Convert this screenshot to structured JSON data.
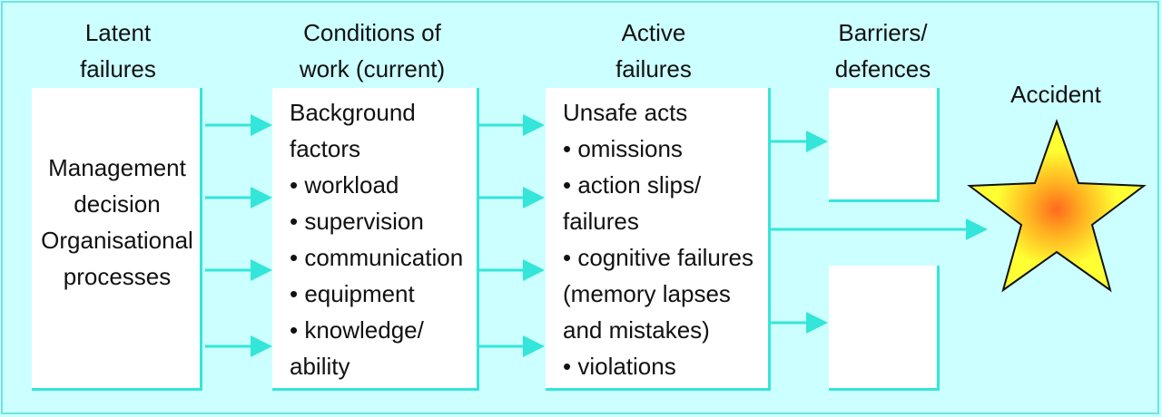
{
  "headers": {
    "latent": [
      "Latent",
      "failures"
    ],
    "conditions": [
      "Conditions of",
      "work (current)"
    ],
    "active": [
      "Active",
      "failures"
    ],
    "barriers": [
      "Barriers/",
      "defences"
    ],
    "accident": "Accident"
  },
  "latent_box": {
    "lines": [
      "Management",
      "decision",
      "Organisational",
      "processes"
    ]
  },
  "conditions_box": {
    "lines": [
      "Background",
      "factors",
      "• workload",
      "• supervision",
      "• communication",
      "• equipment",
      "• knowledge/",
      "ability"
    ]
  },
  "active_box": {
    "lines": [
      "Unsafe acts",
      "• omissions",
      "• action slips/",
      "failures",
      "• cognitive failures",
      "(memory lapses",
      "and mistakes)",
      "• violations"
    ]
  },
  "colors": {
    "background": "#ccffff",
    "arrow": "#33e6d9",
    "box": "#ffffff",
    "star_fill_center": "#ff8a1e",
    "star_fill_edge": "#ffff33"
  },
  "icons": {
    "accident": "star-icon",
    "flow": "arrow-right-icon"
  }
}
